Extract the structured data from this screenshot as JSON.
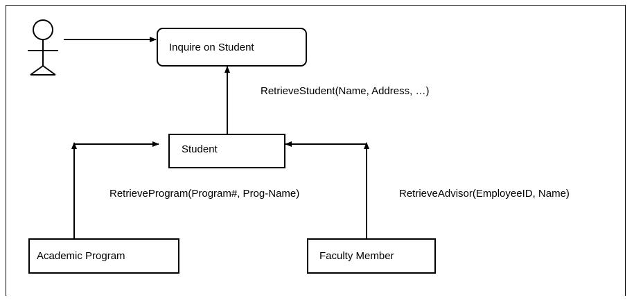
{
  "diagram": {
    "nodes": {
      "inquire": "Inquire on Student",
      "student": "Student",
      "academic_program": "Academic Program",
      "faculty_member": "Faculty Member"
    },
    "edges": {
      "retrieve_student": "RetrieveStudent(Name, Address, …)",
      "retrieve_program": "RetrieveProgram(Program#, Prog-Name)",
      "retrieve_advisor": "RetrieveAdvisor(EmployeeID, Name)"
    }
  }
}
